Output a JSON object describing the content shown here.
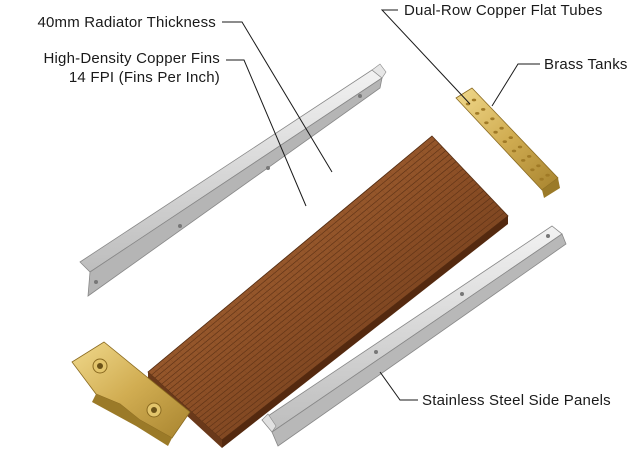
{
  "labels": {
    "thickness": "40mm Radiator Thickness",
    "fins_line1": "High-Density Copper Fins",
    "fins_line2": "14 FPI (Fins Per Inch)",
    "tubes": "Dual-Row Copper Flat Tubes",
    "tanks": "Brass Tanks",
    "panels": "Stainless Steel Side Panels"
  },
  "colors": {
    "copper_dark": "#6b3b1c",
    "copper_mid": "#9a5a2e",
    "copper_light": "#c98a55",
    "brass": "#c9a64a",
    "brass_light": "#e8cf7e",
    "steel": "#d9d9d9",
    "steel_dark": "#a8a8a8",
    "leader": "#1a1a1a"
  },
  "components": [
    "copper-fin-core",
    "brass-tank-top",
    "brass-tank-bottom",
    "steel-side-panel-top",
    "steel-side-panel-bottom"
  ]
}
